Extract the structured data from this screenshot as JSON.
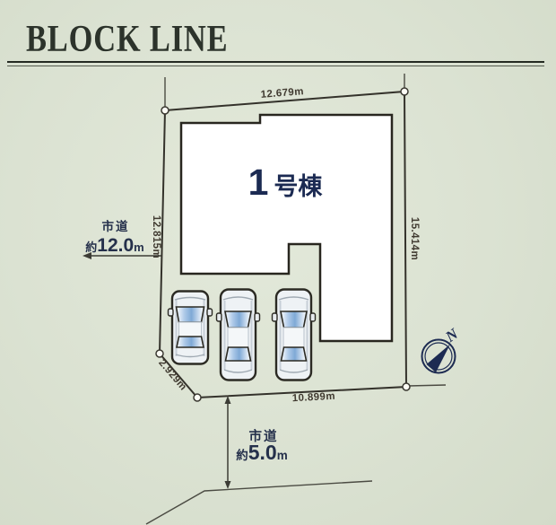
{
  "title": "BLOCK LINE",
  "plan": {
    "building": {
      "number": "1",
      "suffix": "号棟"
    },
    "dimensions": {
      "top": "12.679m",
      "left": "12.815m",
      "right": "15.414m",
      "bottom": "10.899m",
      "corner": "2.929m"
    },
    "roads": {
      "left": {
        "name": "市道",
        "prefix": "約",
        "value": "12.0",
        "unit": "m"
      },
      "bottom": {
        "name": "市道",
        "prefix": "約",
        "value": "5.0",
        "unit": "m"
      }
    },
    "compass": {
      "north": "N"
    },
    "cars": {
      "count": 3
    }
  },
  "colors": {
    "background": "#dbe2d2",
    "plot_fill": "#f4cf8d",
    "outline": "#34322b",
    "house_fill": "#ffffff",
    "label_navy": "#1b2a52",
    "road_label": "#25304b",
    "dimension_text": "#403a30",
    "car_glass": "#7fa9d6"
  }
}
